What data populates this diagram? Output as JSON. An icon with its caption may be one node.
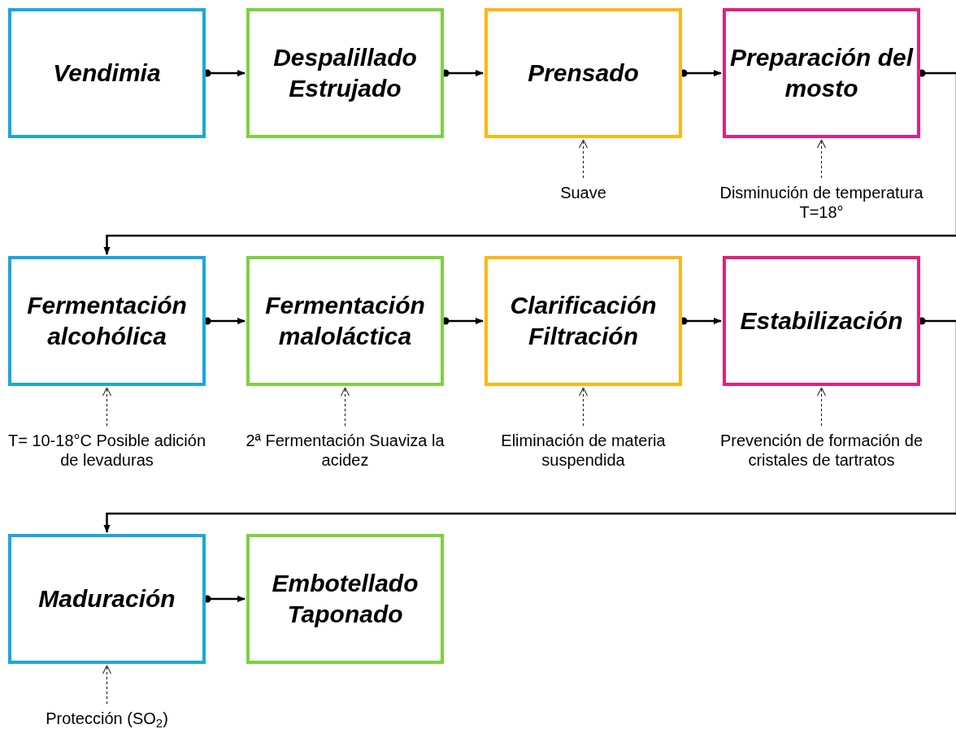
{
  "diagram": {
    "nodes": [
      {
        "text": [
          "Vendimia"
        ]
      },
      {
        "text": [
          "Despalillado Estrujado"
        ]
      },
      {
        "text": [
          "Prensado"
        ]
      },
      {
        "text": [
          "Preparación del mosto"
        ]
      },
      {
        "text": [
          "Fermentación alcohólica"
        ]
      },
      {
        "text": [
          "Fermentación maloláctica"
        ]
      },
      {
        "text": [
          "Clarificación Filtración"
        ]
      },
      {
        "text": [
          "Estabilización"
        ]
      },
      {
        "text": [
          "Maduración"
        ]
      },
      {
        "text": [
          "Embotellado Taponado"
        ]
      },
      {
        "text": [
          "Suave"
        ]
      },
      {
        "text": [
          "Disminución de temperatura T=18°"
        ]
      },
      {
        "text": [
          "T= 10-18°C Posible adición de levaduras"
        ]
      },
      {
        "text": [
          "2ª Fermentación Suaviza la acidez"
        ]
      },
      {
        "text": [
          "Eliminación de materia suspendida"
        ]
      },
      {
        "text": [
          "Prevención de formación de cristales de tartratos"
        ]
      },
      {
        "text": [
          "Protección (SO$_{2}$)"
        ]
      }
    ],
    "edges": [
      {
        "from": 0,
        "to": 1,
        "arrow": "to"
      },
      {
        "from": 1,
        "to": 2,
        "arrow": "to"
      },
      {
        "from": 2,
        "to": 3,
        "arrow": "to"
      },
      {
        "from": 3,
        "to": 4,
        "arrow": "to"
      },
      {
        "from": 4,
        "to": 5,
        "arrow": "to"
      },
      {
        "from": 5,
        "to": 6,
        "arrow": "to"
      },
      {
        "from": 6,
        "to": 7,
        "arrow": "to"
      },
      {
        "from": 7,
        "to": 8,
        "arrow": "to"
      },
      {
        "from": 8,
        "to": 9,
        "arrow": "to"
      },
      {
        "from": 10,
        "to": 2,
        "arrow": "to",
        "style": "dashed"
      },
      {
        "from": 11,
        "to": 3,
        "arrow": "to",
        "style": "dashed"
      },
      {
        "from": 12,
        "to": 4,
        "arrow": "to",
        "style": "dashed"
      },
      {
        "from": 13,
        "to": 5,
        "arrow": "to",
        "style": "dashed"
      },
      {
        "from": 14,
        "to": 6,
        "arrow": "to",
        "style": "dashed"
      },
      {
        "from": 15,
        "to": 7,
        "arrow": "to",
        "style": "dashed"
      },
      {
        "from": 16,
        "to": 8,
        "arrow": "to",
        "style": "dashed"
      }
    ]
  }
}
